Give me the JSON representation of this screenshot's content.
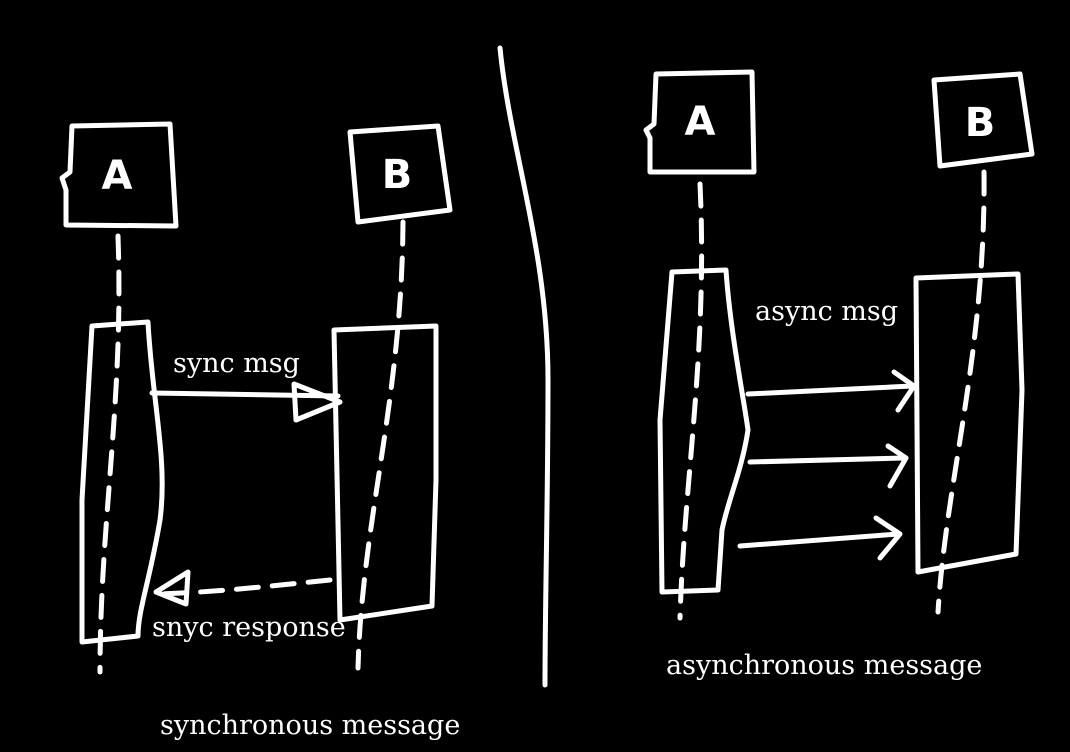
{
  "left_panel": {
    "actor_a": "A",
    "actor_b": "B",
    "message_label": "sync msg",
    "response_label": "snyc response",
    "caption": "synchronous message"
  },
  "right_panel": {
    "actor_a": "A",
    "actor_b": "B",
    "message_label": "async msg",
    "caption": "asynchronous message"
  },
  "colors": {
    "background": "#000000",
    "ink": "#ffffff"
  }
}
